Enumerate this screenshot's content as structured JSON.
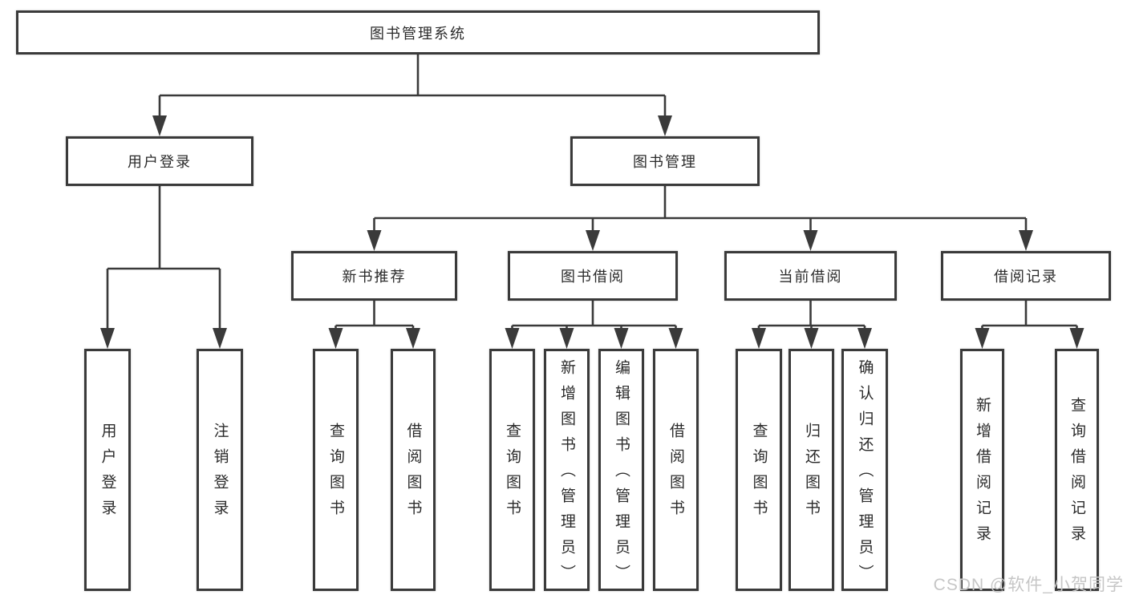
{
  "diagram": {
    "root": {
      "label": "图书管理系统"
    },
    "level2": [
      {
        "label": "用户登录"
      },
      {
        "label": "图书管理"
      }
    ],
    "level3": [
      {
        "label": "新书推荐"
      },
      {
        "label": "图书借阅"
      },
      {
        "label": "当前借阅"
      },
      {
        "label": "借阅记录"
      }
    ],
    "leaves": {
      "user_login": [
        "用户登录",
        "注销登录"
      ],
      "new_book": [
        "查询图书",
        "借阅图书"
      ],
      "borrow": [
        "查询图书",
        "新增图书（管理员）",
        "编辑图书（管理员）",
        "借阅图书"
      ],
      "current": [
        "查询图书",
        "归还图书",
        "确认归还（管理员）"
      ],
      "records": [
        "新增借阅记录",
        "查询借阅记录"
      ]
    },
    "watermark": "CSDN @软件_小贺同学",
    "colors": {
      "line": "#3a3a3a",
      "text": "#2b2b2b",
      "watermark": "#c6c6c6",
      "background": "#ffffff"
    }
  }
}
